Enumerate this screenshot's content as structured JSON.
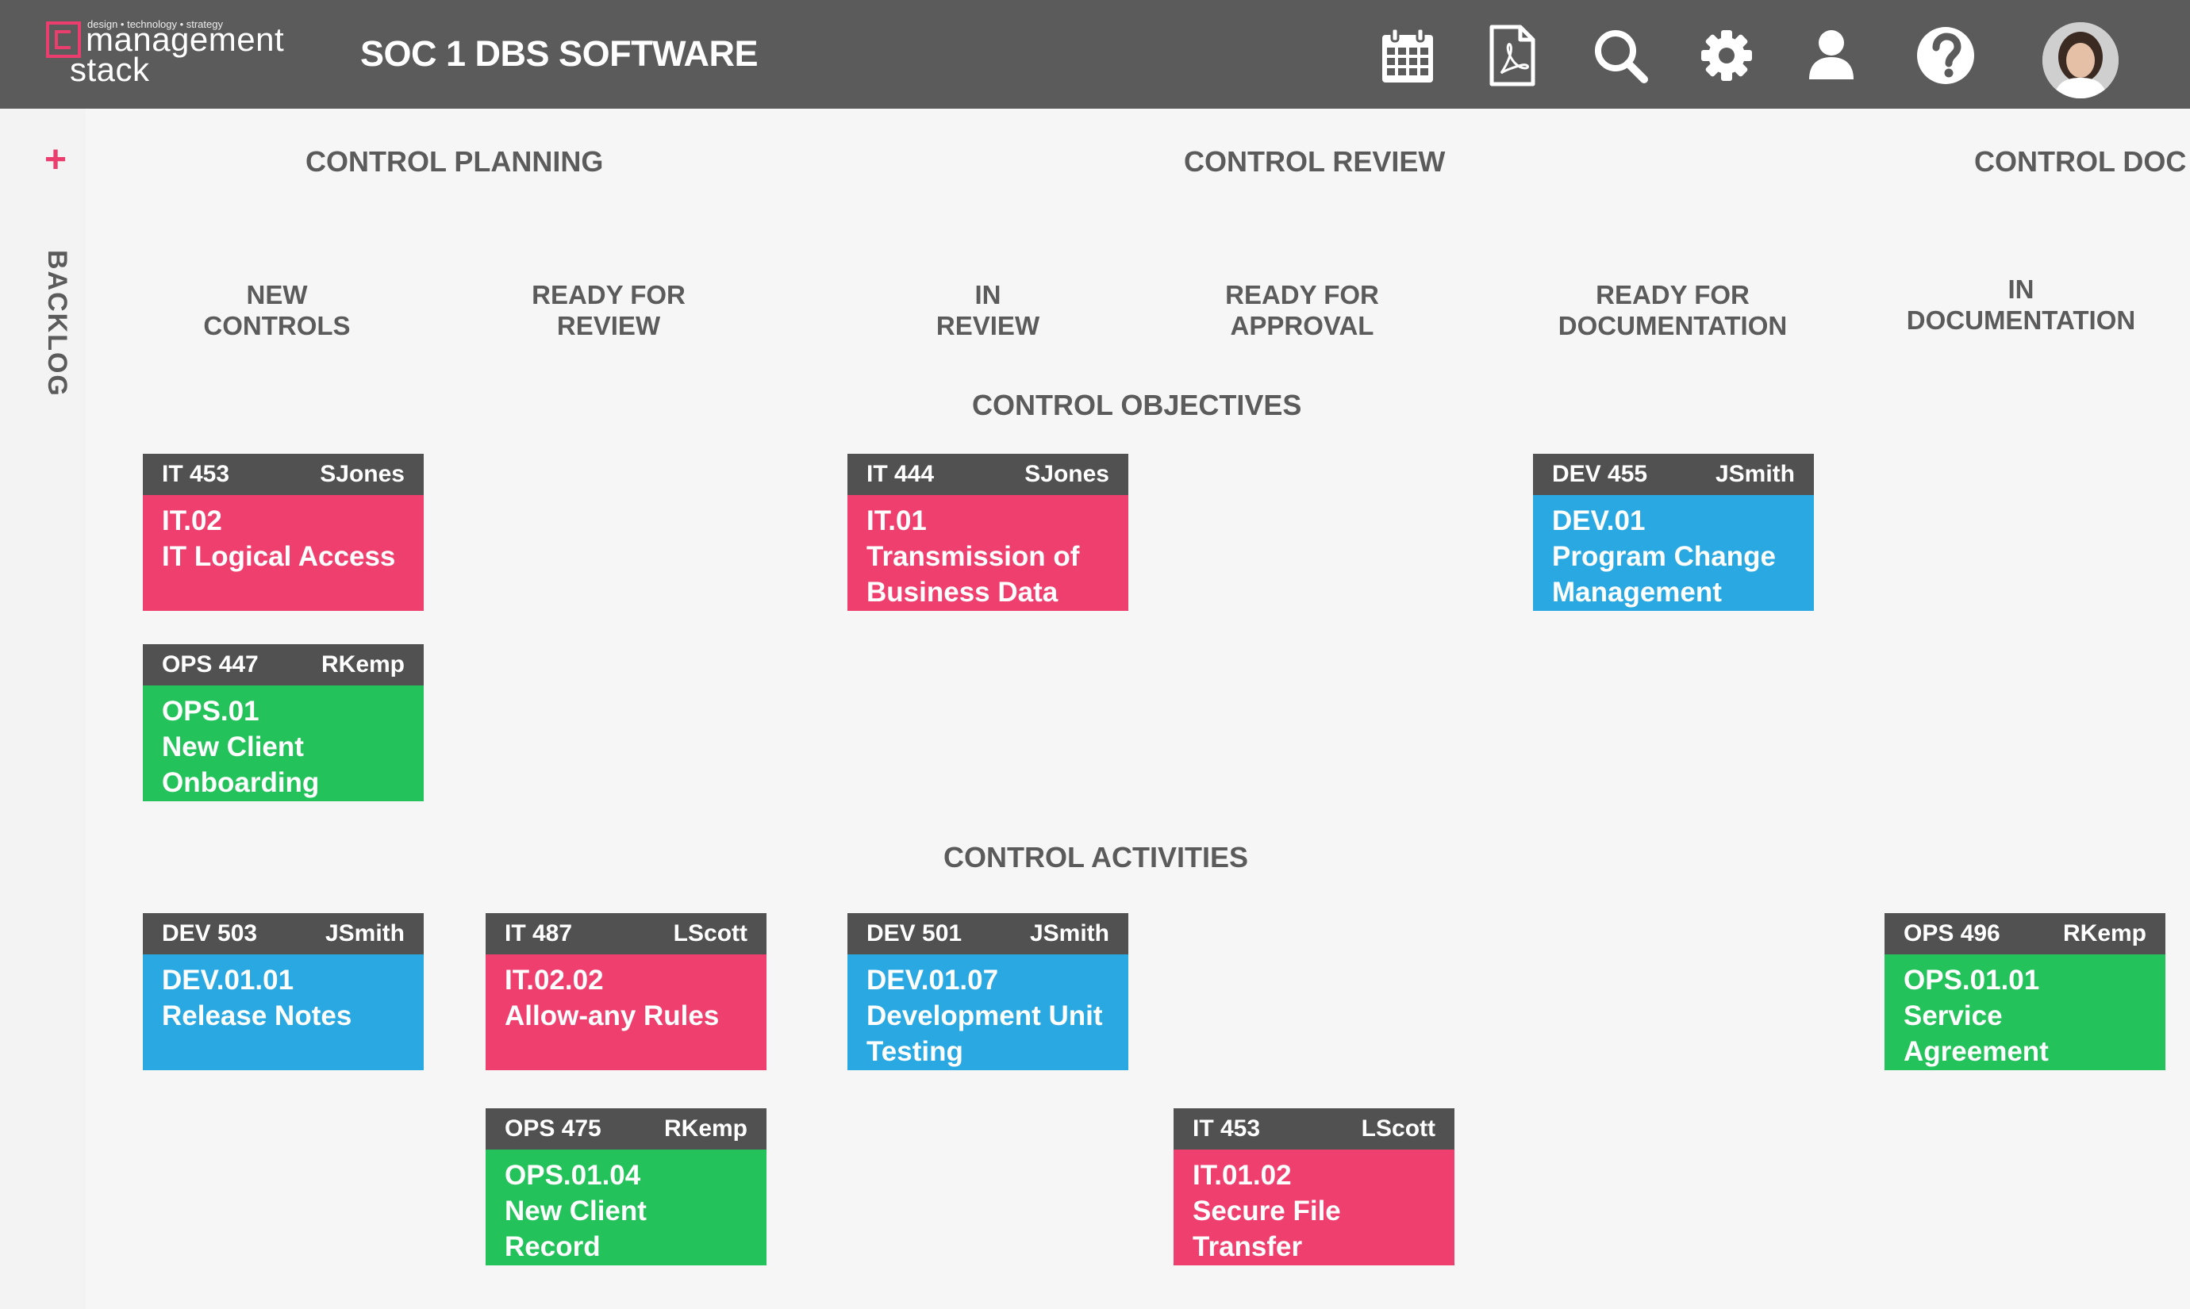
{
  "colors": {
    "topbar": "#5b5b5b",
    "accent": "#ec3e6e",
    "pink": "#ef3f6f",
    "blue": "#2aa8e2",
    "green": "#23c25b"
  },
  "header": {
    "logo": {
      "tagline": "design • technology • strategy",
      "line1": "management",
      "line2": "stack"
    },
    "title": "SOC 1 DBS SOFTWARE",
    "icons": [
      "calendar-icon",
      "pdf-icon",
      "search-icon",
      "gear-icon",
      "user-icon",
      "help-icon"
    ]
  },
  "sidebar": {
    "add_label": "+",
    "backlog_label": "BACKLOG"
  },
  "groups": {
    "planning": "CONTROL PLANNING",
    "review": "CONTROL REVIEW",
    "doc": "CONTROL DOC"
  },
  "columns": {
    "new_controls": [
      "NEW",
      "CONTROLS"
    ],
    "ready_review": [
      "READY FOR",
      "REVIEW"
    ],
    "in_review": [
      "IN",
      "REVIEW"
    ],
    "ready_approval": [
      "READY FOR",
      "APPROVAL"
    ],
    "ready_doc": [
      "READY FOR",
      "DOCUMENTATION"
    ],
    "in_doc": [
      "IN",
      "DOCUMENTATION"
    ]
  },
  "sections": {
    "objectives": "CONTROL OBJECTIVES",
    "activities": "CONTROL ACTIVITIES"
  },
  "cards": [
    {
      "id": "IT 453",
      "owner": "SJones",
      "line1": "IT.02",
      "line2": "IT Logical Access",
      "line3": "",
      "color": "pink"
    },
    {
      "id": "IT 444",
      "owner": "SJones",
      "line1": "IT.01",
      "line2": "Transmission of",
      "line3": "Business Data",
      "color": "pink"
    },
    {
      "id": "DEV 455",
      "owner": "JSmith",
      "line1": "DEV.01",
      "line2": "Program Change",
      "line3": "Management",
      "color": "blue"
    },
    {
      "id": "OPS 447",
      "owner": "RKemp",
      "line1": "OPS.01",
      "line2": "New Client",
      "line3": "Onboarding",
      "color": "green"
    },
    {
      "id": "DEV 503",
      "owner": "JSmith",
      "line1": "DEV.01.01",
      "line2": "Release Notes",
      "line3": "",
      "color": "blue"
    },
    {
      "id": "IT 487",
      "owner": "LScott",
      "line1": "IT.02.02",
      "line2": "Allow-any Rules",
      "line3": "",
      "color": "pink"
    },
    {
      "id": "DEV 501",
      "owner": "JSmith",
      "line1": "DEV.01.07",
      "line2": "Development Unit",
      "line3": "Testing",
      "color": "blue"
    },
    {
      "id": "OPS 496",
      "owner": "RKemp",
      "line1": "OPS.01.01",
      "line2": "Service",
      "line3": "Agreement",
      "color": "green"
    },
    {
      "id": "OPS 475",
      "owner": "RKemp",
      "line1": "OPS.01.04",
      "line2": "New Client",
      "line3": "Record",
      "color": "green"
    },
    {
      "id": "IT 453",
      "owner": "LScott",
      "line1": "IT.01.02",
      "line2": "Secure File",
      "line3": "Transfer",
      "color": "pink"
    }
  ]
}
